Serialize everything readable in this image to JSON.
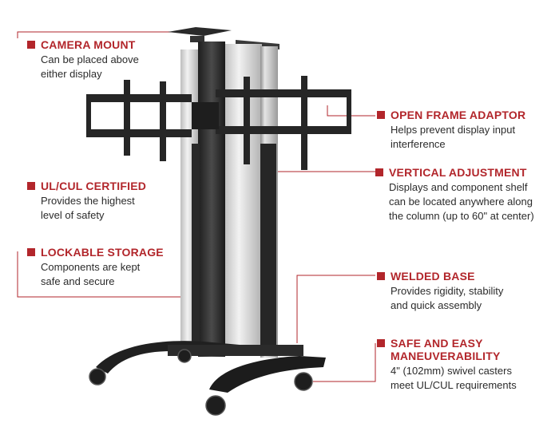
{
  "colors": {
    "accent": "#b2262b",
    "text": "#2b2b2b",
    "leader": "#b2262b"
  },
  "callouts": [
    {
      "id": "camera-mount",
      "title": "CAMERA MOUNT",
      "desc": "Can be placed above\neither display"
    },
    {
      "id": "open-frame-adaptor",
      "title": "OPEN FRAME ADAPTOR",
      "desc": "Helps prevent display input\ninterference"
    },
    {
      "id": "vertical-adjustment",
      "title": "VERTICAL ADJUSTMENT",
      "desc": "Displays and component shelf\ncan be located anywhere along\nthe column (up to 60\" at center)"
    },
    {
      "id": "ul-cul-certified",
      "title": "UL/CUL CERTIFIED",
      "desc": "Provides the highest\nlevel of safety"
    },
    {
      "id": "lockable-storage",
      "title": "LOCKABLE STORAGE",
      "desc": "Components are kept\nsafe and secure"
    },
    {
      "id": "welded-base",
      "title": "WELDED BASE",
      "desc": "Provides rigidity, stability\nand quick assembly"
    },
    {
      "id": "safe-easy-maneuverability",
      "title": "SAFE AND EASY\nMANEUVERABILITY",
      "desc": "4\" (102mm) swivel casters\nmeet UL/CUL requirements"
    }
  ]
}
